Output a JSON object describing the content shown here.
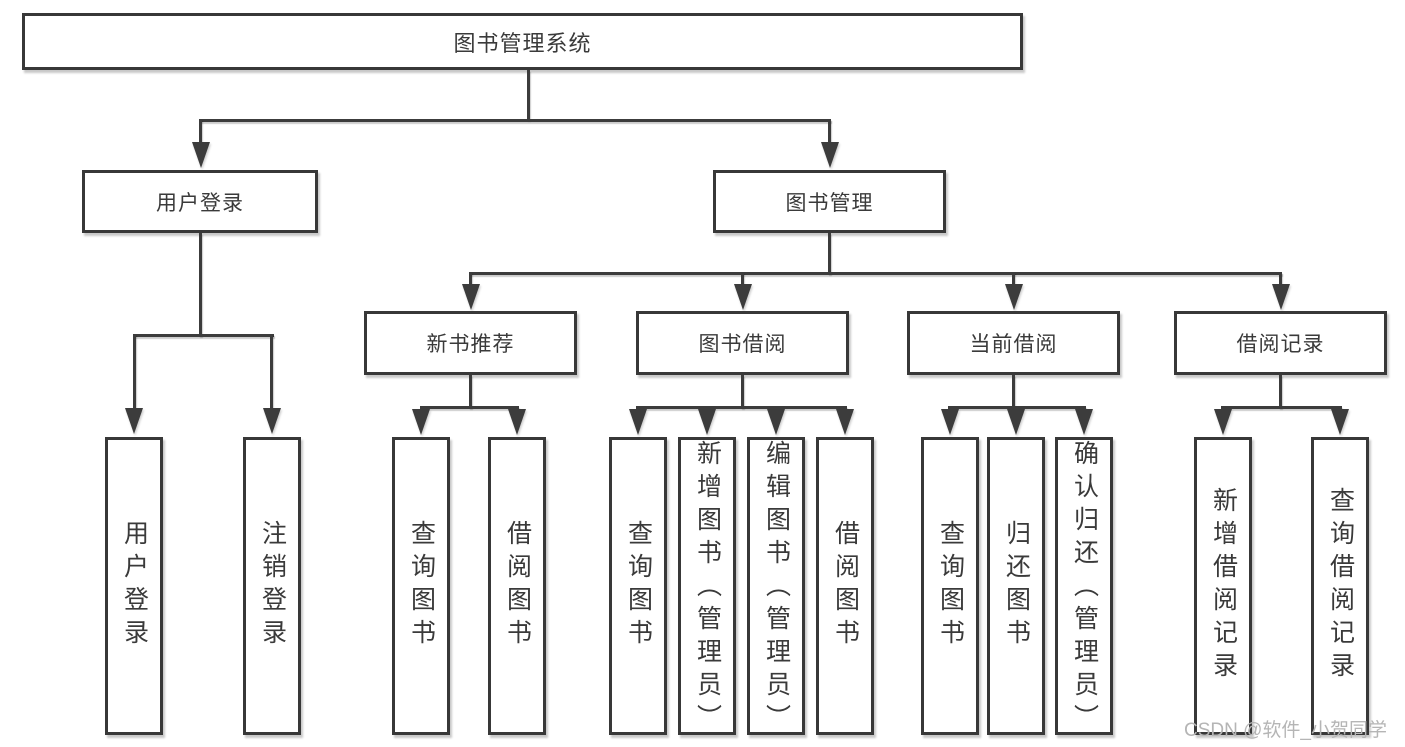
{
  "diagram": {
    "root": {
      "label": "图书管理系统",
      "children": [
        {
          "label": "用户登录",
          "children": [
            {
              "label": "用户登录"
            },
            {
              "label": "注销登录"
            }
          ]
        },
        {
          "label": "图书管理",
          "children": [
            {
              "label": "新书推荐",
              "children": [
                {
                  "label": "查询图书"
                },
                {
                  "label": "借阅图书"
                }
              ]
            },
            {
              "label": "图书借阅",
              "children": [
                {
                  "label": "查询图书"
                },
                {
                  "label": "新增图书（管理员）"
                },
                {
                  "label": "编辑图书（管理员）"
                },
                {
                  "label": "借阅图书"
                }
              ]
            },
            {
              "label": "当前借阅",
              "children": [
                {
                  "label": "查询图书"
                },
                {
                  "label": "归还图书"
                },
                {
                  "label": "确认归还（管理员）"
                }
              ]
            },
            {
              "label": "借阅记录",
              "children": [
                {
                  "label": "新增借阅记录"
                },
                {
                  "label": "查询借阅记录"
                }
              ]
            }
          ]
        }
      ]
    }
  },
  "watermark": {
    "text": "CSDN @软件_小贺同学"
  },
  "colors": {
    "line": "#3c3c3c",
    "box_border": "#383838",
    "box_fill": "#ffffff",
    "text": "#3a3a3a",
    "background": "#ffffff",
    "watermark": "#b5b5b5"
  }
}
